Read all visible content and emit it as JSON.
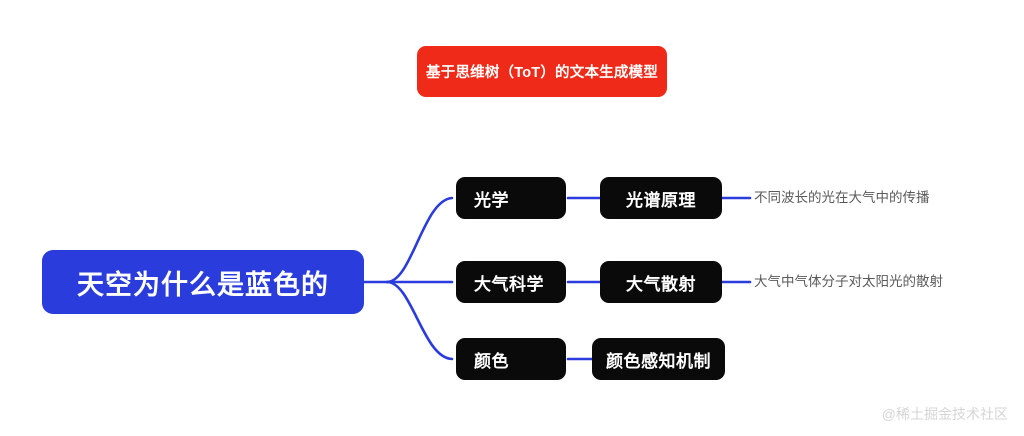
{
  "banner": {
    "text": "基于思维树（ToT）的文本生成模型",
    "color": "#ef2a18"
  },
  "mindmap": {
    "root": {
      "label": "天空为什么是蓝色的",
      "color": "#2a3cdc"
    },
    "link_color": "#2a3cdc",
    "node_color": "#0a0a0a",
    "branches": [
      {
        "label": "光学",
        "child": {
          "label": "光谱原理",
          "leaf": "不同波长的光在大气中的传播"
        }
      },
      {
        "label": "大气科学",
        "child": {
          "label": "大气散射",
          "leaf": "大气中气体分子对太阳光的散射"
        }
      },
      {
        "label": "颜色",
        "child": {
          "label": "颜色感知机制",
          "leaf": ""
        }
      }
    ]
  },
  "watermark": {
    "text": "@稀土掘金技术社区"
  }
}
